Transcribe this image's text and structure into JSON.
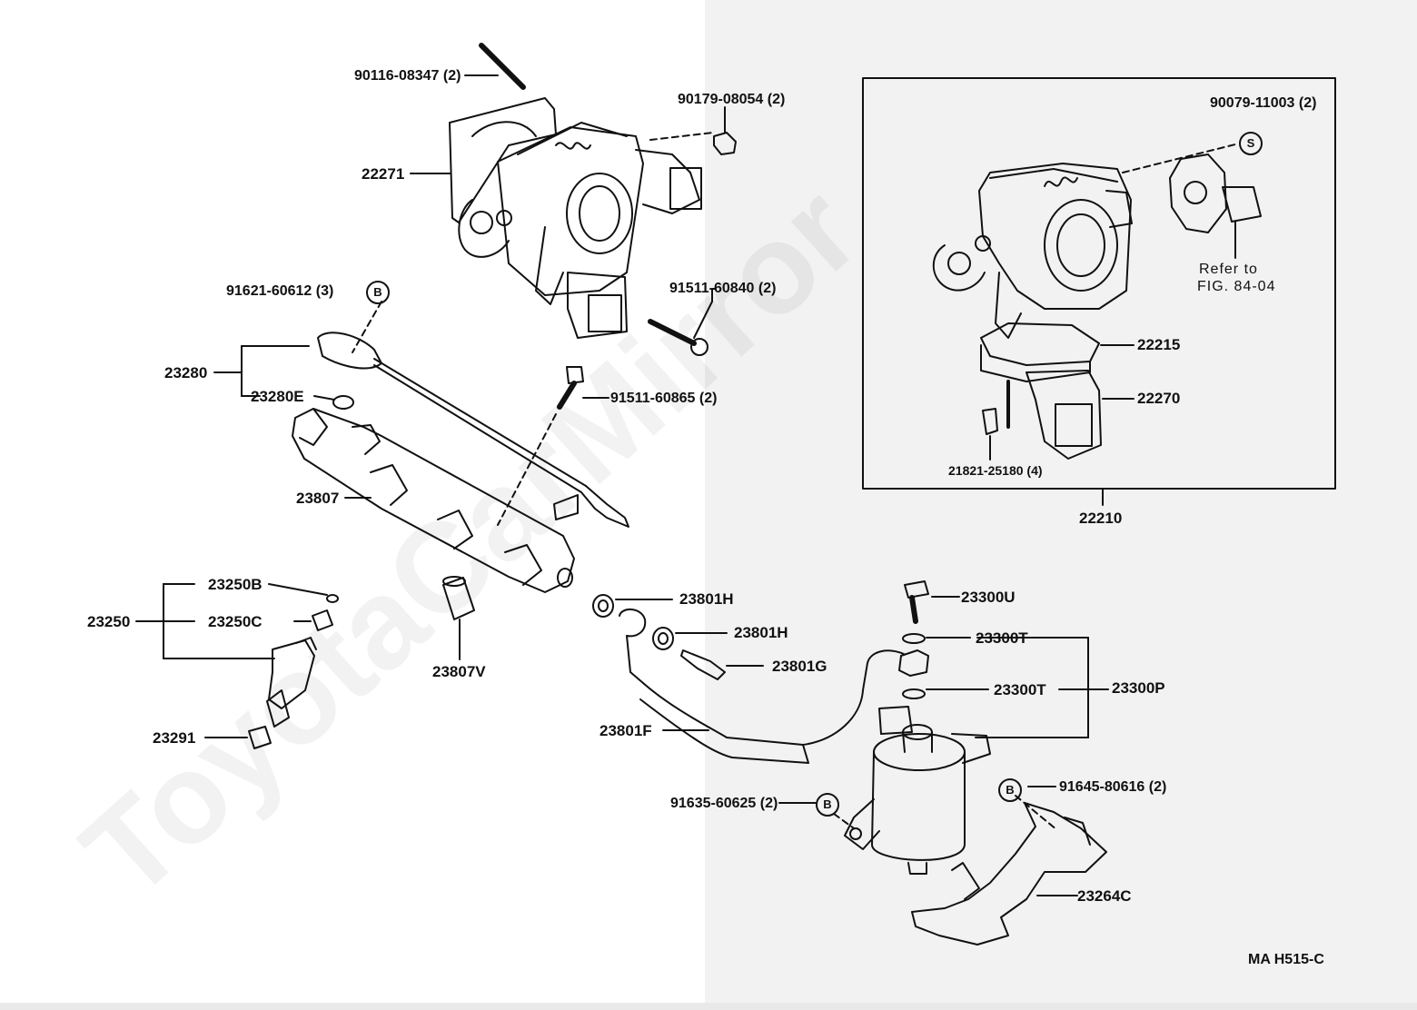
{
  "watermark": "ToyotaCarMirror",
  "figure_code": "MA  H515-C",
  "refer_note": {
    "line1": "Refer  to",
    "line2": "FIG. 84-04"
  },
  "markers": {
    "b": "B",
    "s": "S"
  },
  "labels": {
    "p90116": "90116-08347 (2)",
    "p90179": "90179-08054 (2)",
    "p22271": "22271",
    "p91621": "91621-60612 (3)",
    "p91511_840": "91511-60840 (2)",
    "p23280": "23280",
    "p23280E": "23280E",
    "p91511_865": "91511-60865 (2)",
    "p23807": "23807",
    "p23250B": "23250B",
    "p23250": "23250",
    "p23250C": "23250C",
    "p23807V": "23807V",
    "p23291": "23291",
    "p23801H_1": "23801H",
    "p23801H_2": "23801H",
    "p23801G": "23801G",
    "p23801F": "23801F",
    "p23300U": "23300U",
    "p23300T_1": "23300T",
    "p23300T_2": "23300T",
    "p23300P": "23300P",
    "p91645": "91645-80616 (2)",
    "p91635": "91635-60625 (2)",
    "p23264C": "23264C",
    "p90079": "90079-11003 (2)",
    "p22215": "22215",
    "p22270": "22270",
    "p21821": "21821-25180 (4)",
    "p22210": "22210"
  }
}
